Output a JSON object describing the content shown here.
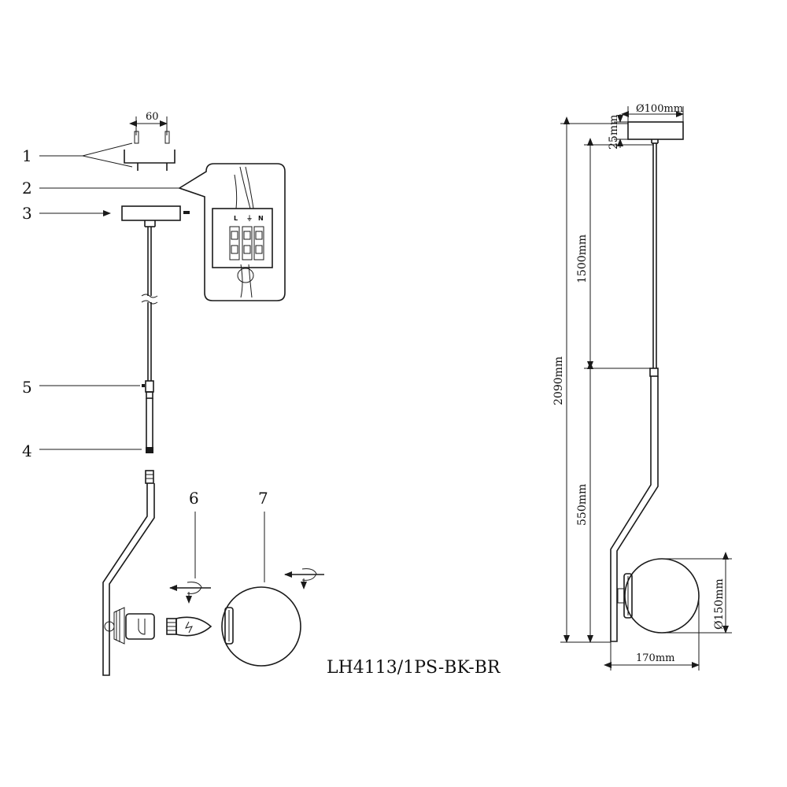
{
  "callouts": [
    "1",
    "2",
    "3",
    "5",
    "4",
    "6",
    "7"
  ],
  "dims_left": {
    "screw_spacing": "60"
  },
  "terminals": [
    "L",
    "⏚",
    "N"
  ],
  "dims_right": {
    "canopy_diameter": "Ø100mm",
    "canopy_height": "25mm",
    "total_height": "2090mm",
    "cable_length": "1500mm",
    "rod_length": "550mm",
    "shade_diameter": "Ø150mm",
    "projection": "170mm"
  },
  "model": "LH4113/1PS-BK-BR"
}
